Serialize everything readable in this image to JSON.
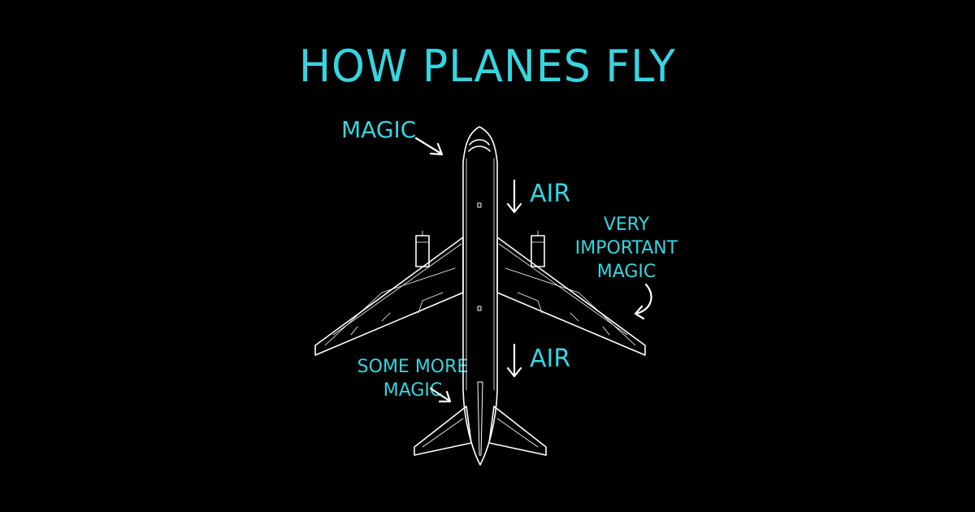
{
  "title": "HOW PLANES FLY",
  "labels": {
    "magic": "MAGIC",
    "air_top": "AIR",
    "air_bottom": "AIR",
    "very_important_magic": [
      "VERY",
      "IMPORTANT",
      "MAGIC"
    ],
    "some_more_magic": [
      "SOME MORE",
      "MAGIC"
    ]
  },
  "icons": {
    "airplane": "airplane-top-view-icon",
    "arrows": [
      "arrow-right-down-icon",
      "arrow-down-icon",
      "curved-arrow-icon",
      "arrow-right-down-small-icon"
    ]
  },
  "colors": {
    "background": "#000000",
    "label": "#37d5e0",
    "line": "#ffffff"
  }
}
